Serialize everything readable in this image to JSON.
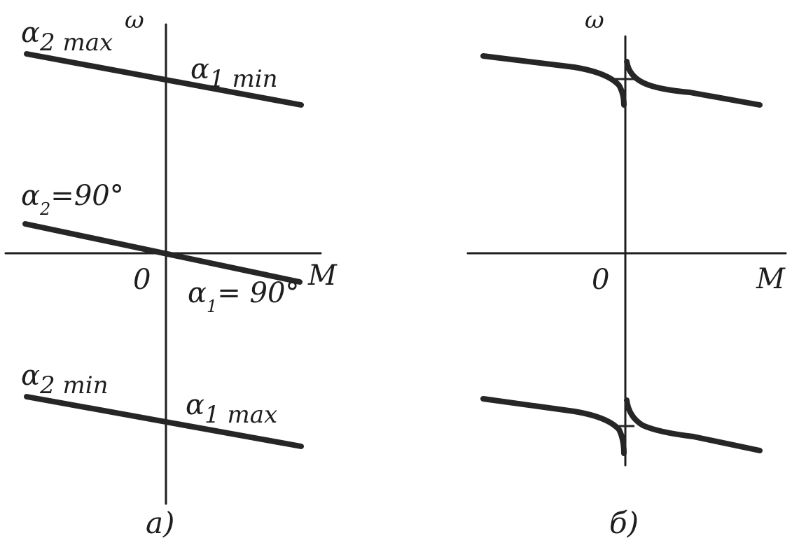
{
  "panel_a": {
    "caption": "а)",
    "axis_y_label": "ω",
    "axis_x_label": "M",
    "origin_label": "0",
    "top_line_left": {
      "sym": "α",
      "sub": "2 max"
    },
    "top_line_right": {
      "sym": "α",
      "sub": "1 min"
    },
    "mid_line_left": {
      "sym": "α",
      "sub": "2",
      "eq": "=90°"
    },
    "mid_line_right": {
      "sym": "α",
      "sub": "1",
      "eq": "= 90°"
    },
    "bottom_line_left": {
      "sym": "α",
      "sub": "2 min"
    },
    "bottom_line_right": {
      "sym": "α",
      "sub": "1 max"
    }
  },
  "panel_b": {
    "caption": "б)",
    "axis_y_label": "ω",
    "axis_x_label": "M",
    "origin_label": "0"
  },
  "colors": {
    "ink": "#262626",
    "paper": "#ffffff"
  }
}
